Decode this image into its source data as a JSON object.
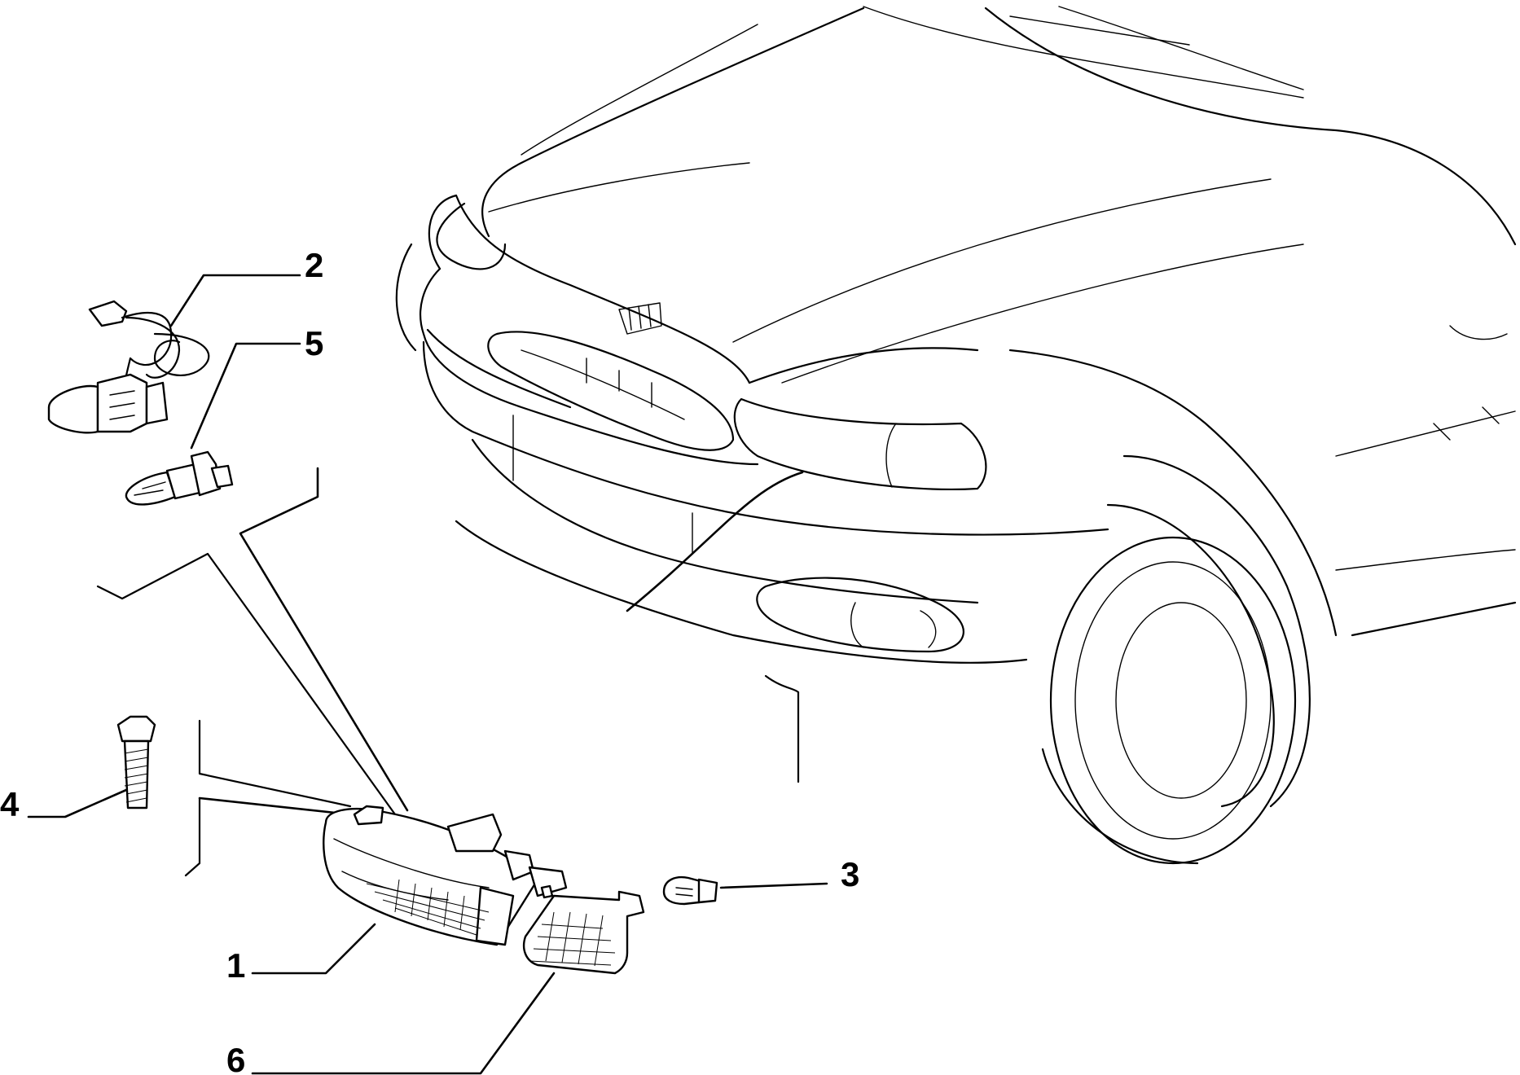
{
  "callouts": {
    "c1": "1",
    "c2": "2",
    "c3": "3",
    "c4": "4",
    "c5": "5",
    "c6": "6"
  },
  "parts": [
    {
      "callout": "1",
      "icon": "headlamp-assembly-icon"
    },
    {
      "callout": "2",
      "icon": "bulb-holder-with-wire-icon"
    },
    {
      "callout": "3",
      "icon": "wedge-bulb-icon"
    },
    {
      "callout": "4",
      "icon": "hex-bolt-icon"
    },
    {
      "callout": "5",
      "icon": "halogen-bulb-icon"
    },
    {
      "callout": "6",
      "icon": "turn-signal-lens-icon"
    }
  ],
  "colors": {
    "line": "#000000",
    "background": "#ffffff"
  }
}
